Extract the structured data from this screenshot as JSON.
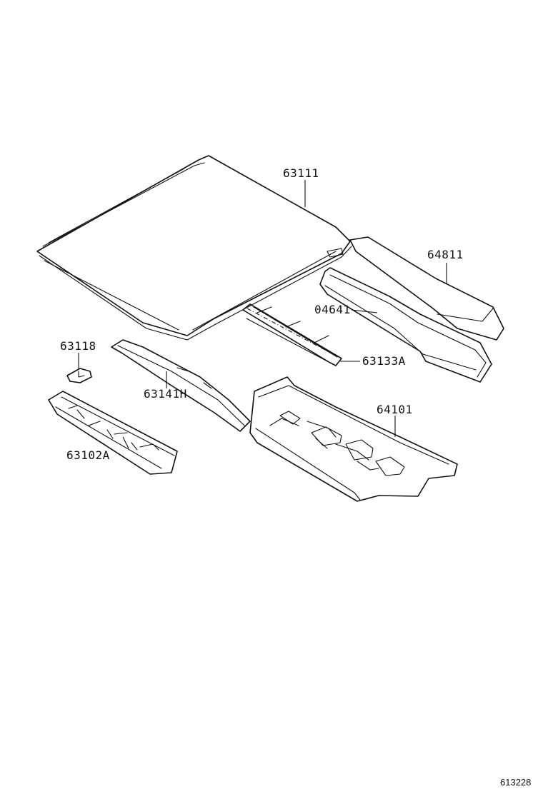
{
  "diagram": {
    "callouts": {
      "roof_panel": "63111",
      "roof_drip_side_panel": "64811",
      "roof_drip_channel": "04641",
      "roof_rail_reinforcement": "63133A",
      "roof_retainer": "63118",
      "roof_panel_reinforcement": "63141H",
      "front_header_panel": "63102A",
      "package_tray_panel": "64101"
    },
    "figure_id": "613228"
  }
}
